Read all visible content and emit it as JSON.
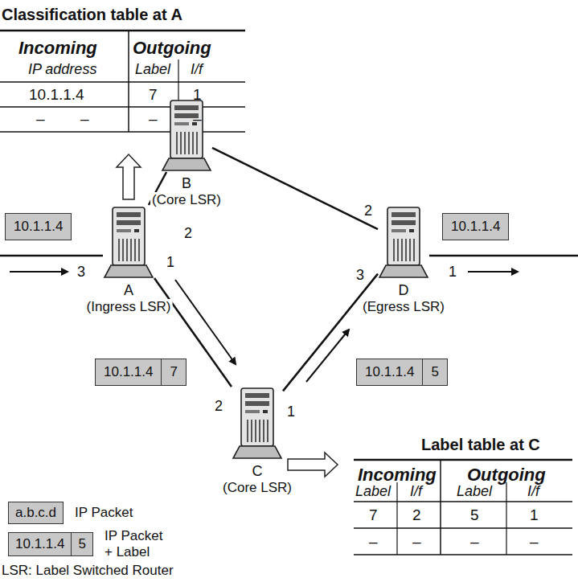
{
  "diagram": {
    "nodes": [
      {
        "text": [
          "A",
          "(Ingress LSR)"
        ]
      },
      {
        "text": [
          "B",
          "(Core LSR)"
        ]
      },
      {
        "text": [
          "C",
          "(Core LSR)"
        ]
      },
      {
        "text": [
          "D",
          "(Egress LSR)"
        ]
      },
      {
        "text": [
          "10.1.1.4"
        ]
      },
      {
        "text": [
          "10.1.1.4",
          "7"
        ]
      },
      {
        "text": [
          "10.1.1.4"
        ]
      },
      {
        "text": [
          "10.1.1.4",
          "5"
        ]
      },
      {
        "text": [
          "a.b.c.d"
        ]
      },
      {
        "text": [
          "10.1.1.4",
          "5"
        ]
      }
    ],
    "edges": [
      {
        "from": 0,
        "to": 1,
        "arrow": "none"
      },
      {
        "from": 1,
        "to": 3,
        "arrow": "none"
      },
      {
        "from": 0,
        "to": 2,
        "arrow": "none"
      },
      {
        "from": 2,
        "to": 3,
        "arrow": "none"
      }
    ],
    "labels": [
      "Classification table at A",
      "Incoming",
      "Outgoing",
      "IP address",
      "Label",
      "I/f",
      "10.1.1.4",
      "7",
      "1",
      "–",
      "–",
      "–",
      "–",
      "2",
      "3",
      "1",
      "2",
      "3",
      "1",
      "2",
      "1",
      "Label table at C",
      "Incoming",
      "Outgoing",
      "Label",
      "I/f",
      "Label",
      "I/f",
      "7",
      "2",
      "5",
      "1",
      "–",
      "–",
      "–",
      "–",
      "LSR: Label Switched Router"
    ],
    "legend": [
      {
        "text": "IP Packet"
      },
      {
        "text": "IP Packet + Label"
      }
    ]
  }
}
